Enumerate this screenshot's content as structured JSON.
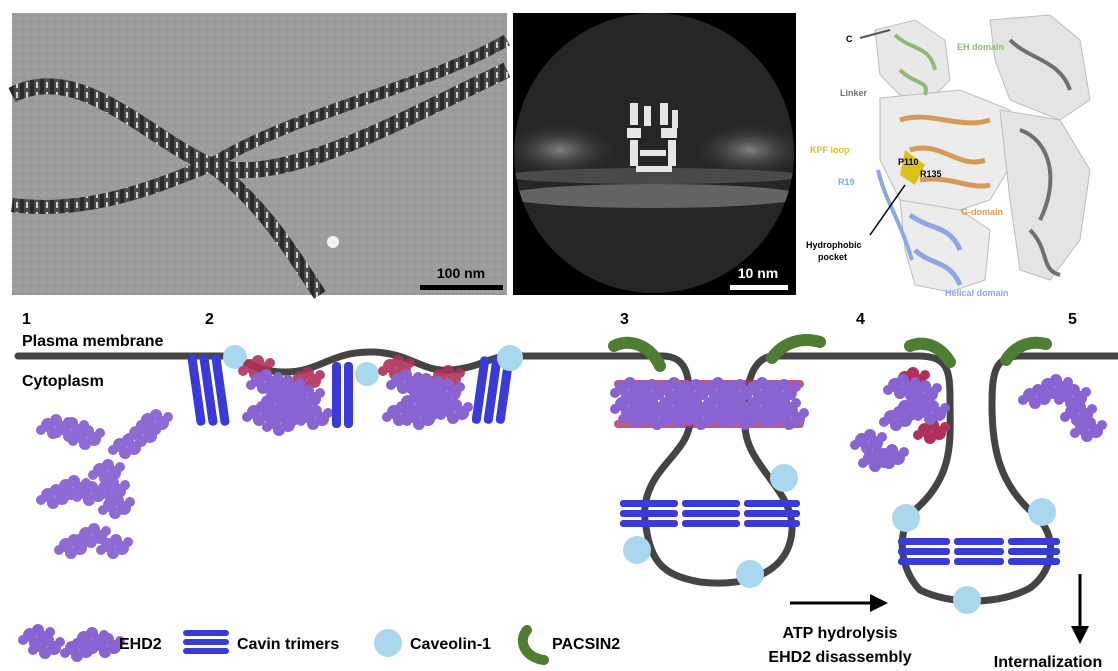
{
  "panels": {
    "micrograph": {
      "scale_label": "100 nm"
    },
    "classavg": {
      "scale_label": "10 nm"
    },
    "structure": {
      "labels": {
        "c_term": "C",
        "eh_domain": "EH domain",
        "linker": "Linker",
        "kpf_loop": "KPF loop",
        "p110": "P110",
        "r135": "R135",
        "r19": "R19",
        "g_domain": "G-domain",
        "hydrophobic": "Hydrophobic",
        "pocket": "pocket",
        "helical_domain": "Helical domain"
      }
    }
  },
  "schematic": {
    "steps": [
      "1",
      "2",
      "3",
      "4",
      "5"
    ],
    "plasma_membrane": "Plasma membrane",
    "cytoplasm": "Cytoplasm",
    "arrow_text_1": "ATP hydrolysis",
    "arrow_text_2": "EHD2 disassembly",
    "internalization": "Internalization"
  },
  "legend": {
    "ehd2": "EHD2",
    "cavin": "Cavin trimers",
    "caveolin": "Caveolin-1",
    "pacsin": "PACSIN2"
  },
  "colors": {
    "ehd2": "#8a63d2",
    "cavin": "#3a3ad6",
    "caveolin": "#a9d8ee",
    "pacsin": "#4e7d33",
    "membrane": "#444444",
    "crimson": "#b0305a",
    "eh_green": "#8fb87a",
    "kpf_yellow": "#d9c21a",
    "r19_blue": "#7ab0d8",
    "gdomain_orange": "#d49a56",
    "helical_blue": "#8fa6e0"
  }
}
